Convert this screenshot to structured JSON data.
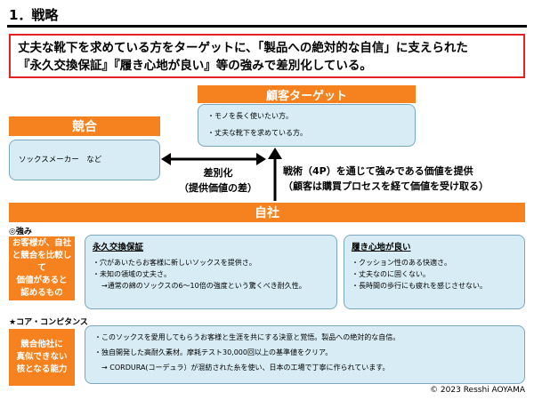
{
  "title": "1．戦略",
  "headline": {
    "line1": "丈夫な靴下を求めている方をターゲットに、「製品への絶対的な自信」に支えられた",
    "line2": "『永久交換保証』『履き心地が良い』等の強みで差別化している。"
  },
  "target": {
    "header": "顧客ターゲット",
    "items": [
      "・モノを長く使いたい方。",
      "・丈夫な靴下を求めている方。"
    ]
  },
  "competitor": {
    "header": "競合",
    "text": "ソックスメーカー　など"
  },
  "differentiation": {
    "line1": "差別化",
    "line2": "（提供価値の差）"
  },
  "tactics": {
    "line1": "戦術（4P）を通じて強みである価値を提供",
    "line2": "（顧客は購買プロセスを経て価値を受け取る）"
  },
  "company": {
    "header": "自社"
  },
  "strengths": {
    "label": "◎強み",
    "side_text": [
      "お客様が、自社",
      "と競合を比較して",
      "価値があると",
      "認めるもの"
    ],
    "box1": {
      "title": "永久交換保証",
      "items": [
        "・穴があいたらお客様に新しいソックスを提供さ。",
        "・未知の領域の丈夫さ。",
        "→通常の綿のソックスの6～10倍の強度という驚くべき耐久性。"
      ]
    },
    "box2": {
      "title": "履き心地が良い",
      "items": [
        "・クッション性のある快適さ。",
        "・丈夫なのに固くない。",
        "・長時間の歩行にも疲れを感じさせない。"
      ]
    }
  },
  "core": {
    "label": "★コア・コンピタンス",
    "side_text": [
      "競合他社に",
      "真似できない",
      "核となる能力"
    ],
    "items": [
      "・このソックスを愛用してもらうお客様と生涯を共にする決意と覚悟。製品への絶対的な自信。",
      "・独自開発した高耐久素材。摩耗テスト30,000回以上の基準値をクリア。",
      "→ CORDURA(コーデュラ）が混紡された糸を使い、日本の工場で丁寧に作られています。"
    ]
  },
  "copyright": "© 2023 Resshi AOYAMA"
}
